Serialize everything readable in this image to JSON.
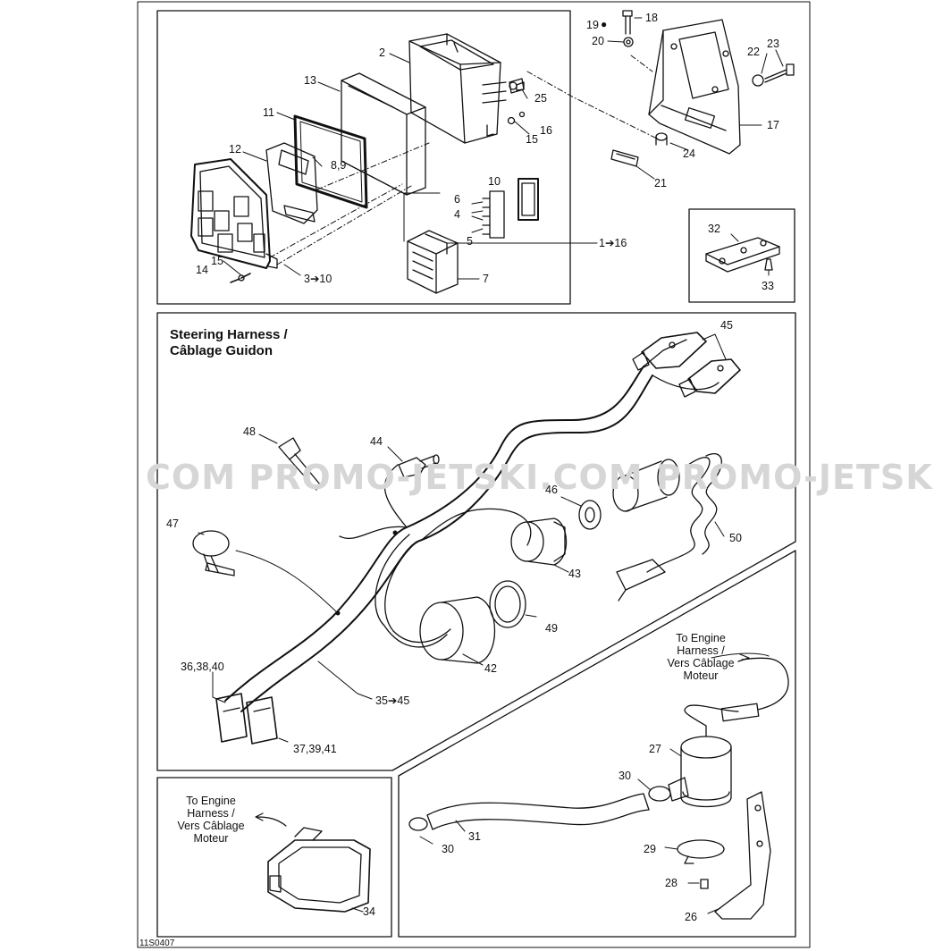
{
  "watermark": "COM   PROMO-JETSKI.COM   PROMO-JETSK",
  "drawing_code": "11S0407",
  "steering_title_line1": "Steering Harness /",
  "steering_title_line2": "Câblage Guidon",
  "engine_note_lines": [
    "To Engine",
    "Harness /",
    "Vers Câblage",
    "Moteur"
  ],
  "engine_note_lines_2": [
    "To Engine",
    "Harness /",
    "Vers Câblage",
    "Moteur"
  ],
  "labels": {
    "p2": "2",
    "p13": "13",
    "p11": "11",
    "p12": "12",
    "p89": "8,9",
    "p15a": "15",
    "p16a": "16",
    "p25": "25",
    "p14": "14",
    "p15b": "15",
    "p3to10": "3➔10",
    "p10": "10",
    "p6": "6",
    "p4": "4",
    "p5": "5",
    "p7": "7",
    "p1to16": "1➔16",
    "p19": "19",
    "p18": "18",
    "p20": "20",
    "p22": "22",
    "p23": "23",
    "p17": "17",
    "p24": "24",
    "p21": "21",
    "p32": "32",
    "p33": "33",
    "p45": "45",
    "p48": "48",
    "p44": "44",
    "p46": "46",
    "p47": "47",
    "p43": "43",
    "p50": "50",
    "p49": "49",
    "p42": "42",
    "p363840": "36,38,40",
    "p35to45": "35➔45",
    "p373941": "37,39,41",
    "p27": "27",
    "p30a": "30",
    "p31": "31",
    "p30b": "30",
    "p29": "29",
    "p28": "28",
    "p26": "26",
    "p34": "34"
  }
}
